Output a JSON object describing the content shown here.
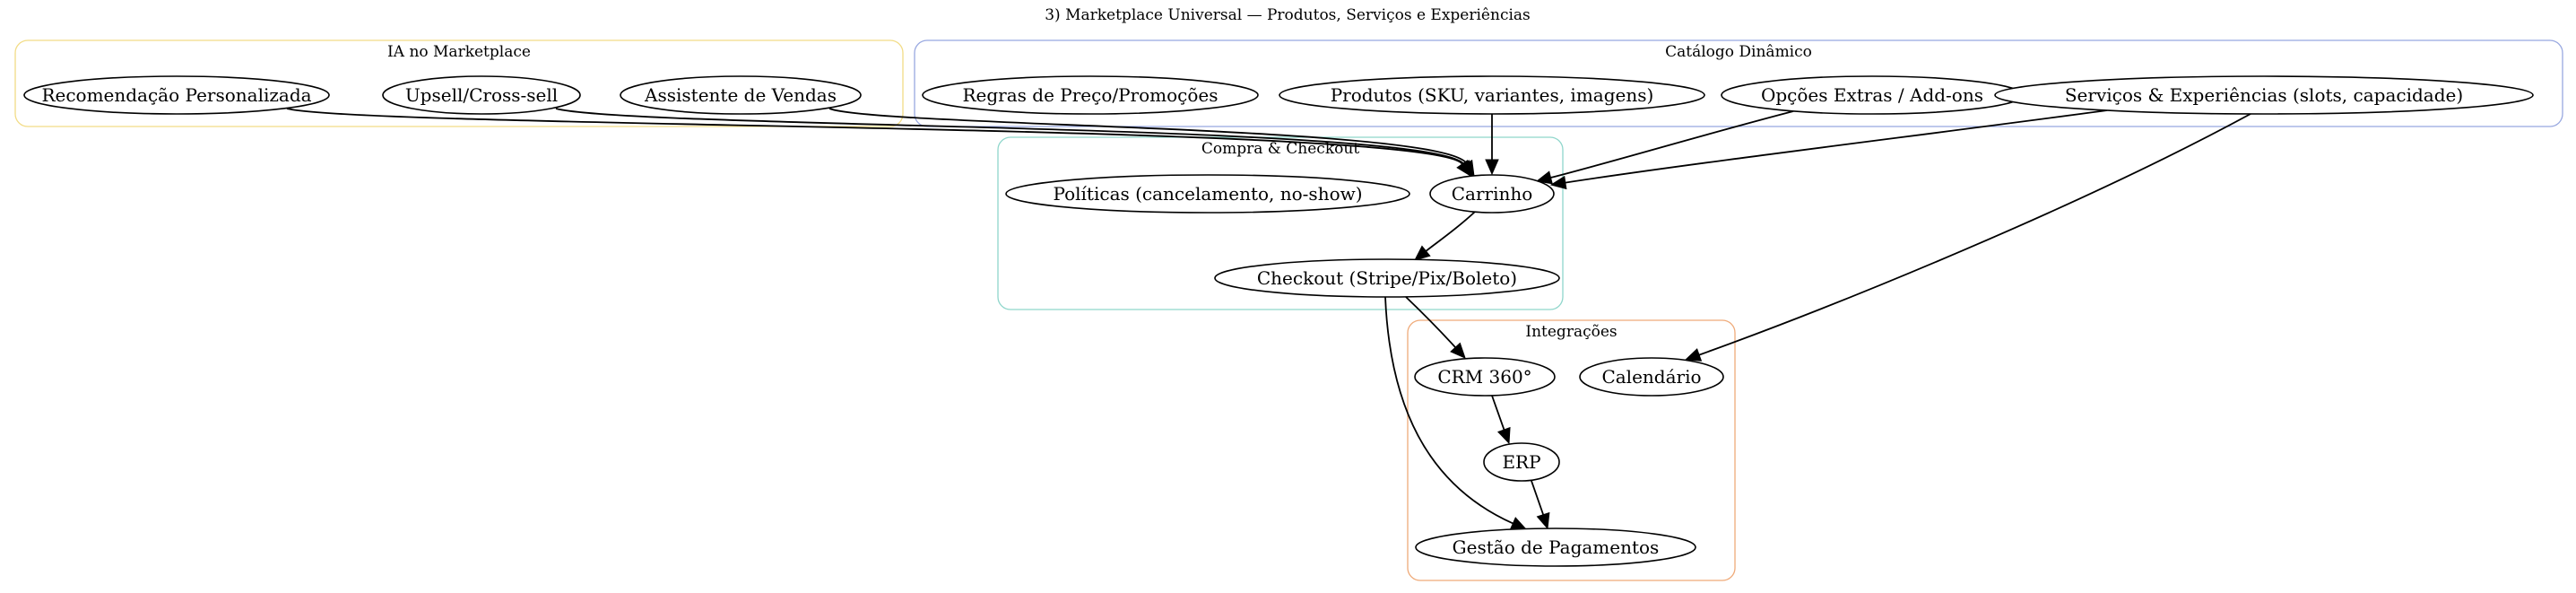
{
  "diagram": {
    "title": "3) Marketplace Universal — Produtos, Serviços e Experiências",
    "clusters": [
      {
        "id": "ia",
        "label": "IA no Marketplace",
        "color": "#f2dc86"
      },
      {
        "id": "catalogo",
        "label": "Catálogo Dinâmico",
        "color": "#98a8e0"
      },
      {
        "id": "compra",
        "label": "Compra & Checkout",
        "color": "#8fd6cb"
      },
      {
        "id": "integracoes",
        "label": "Integrações",
        "color": "#efaa79"
      }
    ],
    "nodes": [
      {
        "id": "rec",
        "label": "Recomendação Personalizada",
        "cluster": "ia"
      },
      {
        "id": "upsell",
        "label": "Upsell/Cross-sell",
        "cluster": "ia"
      },
      {
        "id": "assist",
        "label": "Assistente de Vendas",
        "cluster": "ia"
      },
      {
        "id": "regras",
        "label": "Regras de Preço/Promoções",
        "cluster": "catalogo"
      },
      {
        "id": "produtos",
        "label": "Produtos (SKU, variantes, imagens)",
        "cluster": "catalogo"
      },
      {
        "id": "opcoes",
        "label": "Opções Extras / Add-ons",
        "cluster": "catalogo"
      },
      {
        "id": "servicos",
        "label": "Serviços & Experiências (slots, capacidade)",
        "cluster": "catalogo"
      },
      {
        "id": "politicas",
        "label": "Políticas (cancelamento, no-show)",
        "cluster": "compra"
      },
      {
        "id": "carrinho",
        "label": "Carrinho",
        "cluster": "compra"
      },
      {
        "id": "checkout",
        "label": "Checkout (Stripe/Pix/Boleto)",
        "cluster": "compra"
      },
      {
        "id": "crm",
        "label": "CRM 360°",
        "cluster": "integracoes"
      },
      {
        "id": "calendario",
        "label": "Calendário",
        "cluster": "integracoes"
      },
      {
        "id": "erp",
        "label": "ERP",
        "cluster": "integracoes"
      },
      {
        "id": "pagamentos",
        "label": "Gestão de Pagamentos",
        "cluster": "integracoes"
      }
    ],
    "edges": [
      {
        "from": "rec",
        "to": "carrinho"
      },
      {
        "from": "upsell",
        "to": "carrinho"
      },
      {
        "from": "assist",
        "to": "carrinho"
      },
      {
        "from": "produtos",
        "to": "carrinho"
      },
      {
        "from": "opcoes",
        "to": "carrinho"
      },
      {
        "from": "servicos",
        "to": "carrinho"
      },
      {
        "from": "servicos",
        "to": "calendario"
      },
      {
        "from": "carrinho",
        "to": "checkout"
      },
      {
        "from": "checkout",
        "to": "crm"
      },
      {
        "from": "checkout",
        "to": "pagamentos"
      },
      {
        "from": "crm",
        "to": "erp"
      },
      {
        "from": "erp",
        "to": "pagamentos"
      }
    ]
  }
}
